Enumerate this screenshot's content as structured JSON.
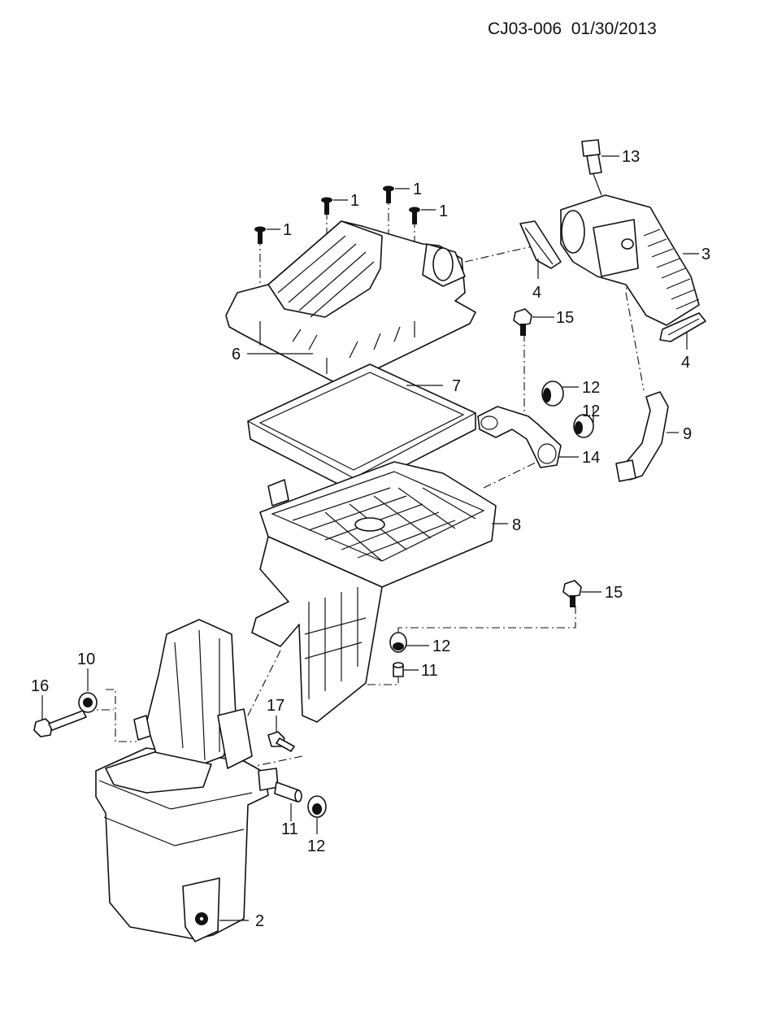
{
  "header": {
    "doc_code": "CJ03-006",
    "date": "01/30/2013"
  },
  "callouts": {
    "c1a": "1",
    "c1b": "1",
    "c1c": "1",
    "c1d": "1",
    "c2": "2",
    "c3": "3",
    "c4a": "4",
    "c4b": "4",
    "c6": "6",
    "c7": "7",
    "c8": "8",
    "c9": "9",
    "c10": "10",
    "c11a": "11",
    "c11b": "11",
    "c12a": "12",
    "c12b": "12",
    "c12c": "12",
    "c12d": "12",
    "c13": "13",
    "c14": "14",
    "c15a": "15",
    "c15b": "15",
    "c16": "16",
    "c17": "17"
  }
}
